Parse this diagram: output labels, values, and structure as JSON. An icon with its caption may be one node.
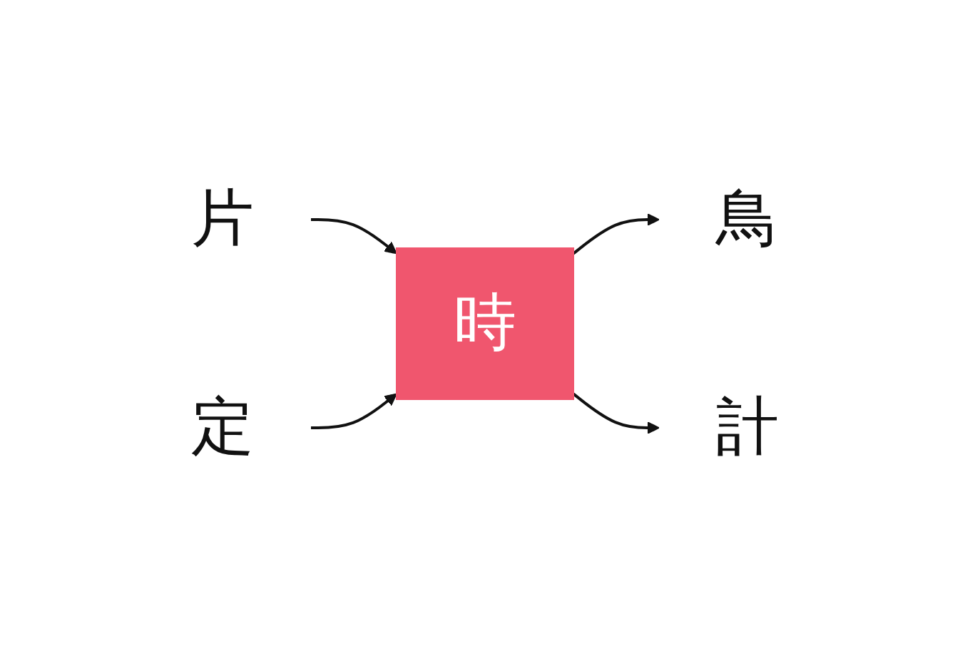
{
  "diagram": {
    "nodes": [
      {
        "text": [
          "片"
        ]
      },
      {
        "text": [
          "定"
        ]
      },
      {
        "text": [
          "時"
        ]
      },
      {
        "text": [
          "鳥"
        ]
      },
      {
        "text": [
          "計"
        ]
      }
    ],
    "edges": [
      {
        "from": 0,
        "to": 2,
        "arrow": "to"
      },
      {
        "from": 1,
        "to": 2,
        "arrow": "to"
      },
      {
        "from": 2,
        "to": 3,
        "arrow": "to"
      },
      {
        "from": 2,
        "to": 4,
        "arrow": "to"
      }
    ]
  }
}
